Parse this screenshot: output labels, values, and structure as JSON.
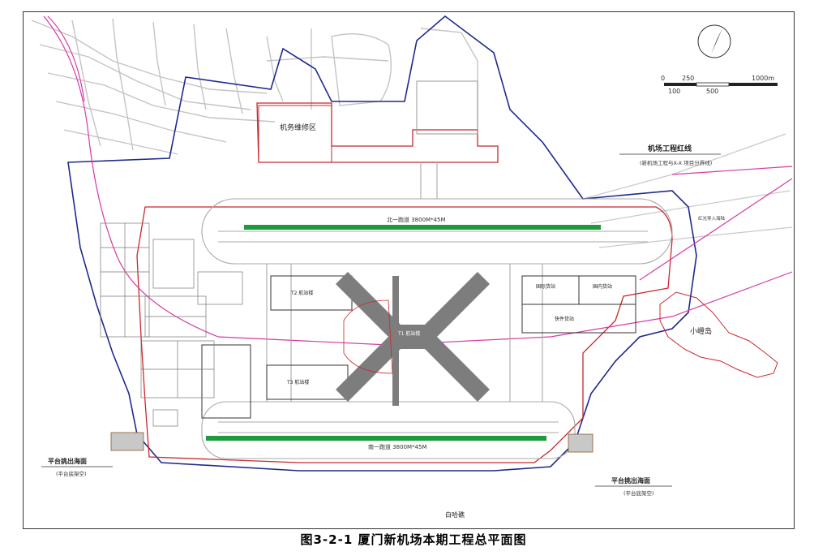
{
  "caption": "图3-2-1   厦门新机场本期工程总平面图",
  "scale_bar": {
    "top_ticks": [
      "0",
      "250",
      "1000m"
    ],
    "bottom_ticks": [
      "100",
      "500"
    ]
  },
  "labels": {
    "maintenance": "机务维修区",
    "redline": "机场工程红线",
    "redline_note": "(新机场工程与X-X 项目分界线)",
    "north_runway": "北一跑道 3800M*45M",
    "south_runway": "南一跑道 3800M*45M",
    "t1": "T1 航站楼",
    "t2": "T2 航站楼",
    "t3": "T3 航站楼",
    "island": "小嶝岛",
    "platform_left": "平台挑出海面",
    "platform_left_note": "(平台底架空)",
    "platform_right": "平台挑出海面",
    "platform_right_note": "(平台底架空)",
    "baihajiao": "白哈礁",
    "cargo_a": "国际货站",
    "cargo_b": "国内货站",
    "cargo_c": "快件货站",
    "entry_road": "红光导入海陆"
  },
  "colors": {
    "road": "#bfbfbf",
    "redline": "#c8282e",
    "boundary": "#1f2a8c",
    "runway": "#1e9a3c",
    "magenta": "#d63aa6",
    "terminal": "#7d7d7d"
  }
}
